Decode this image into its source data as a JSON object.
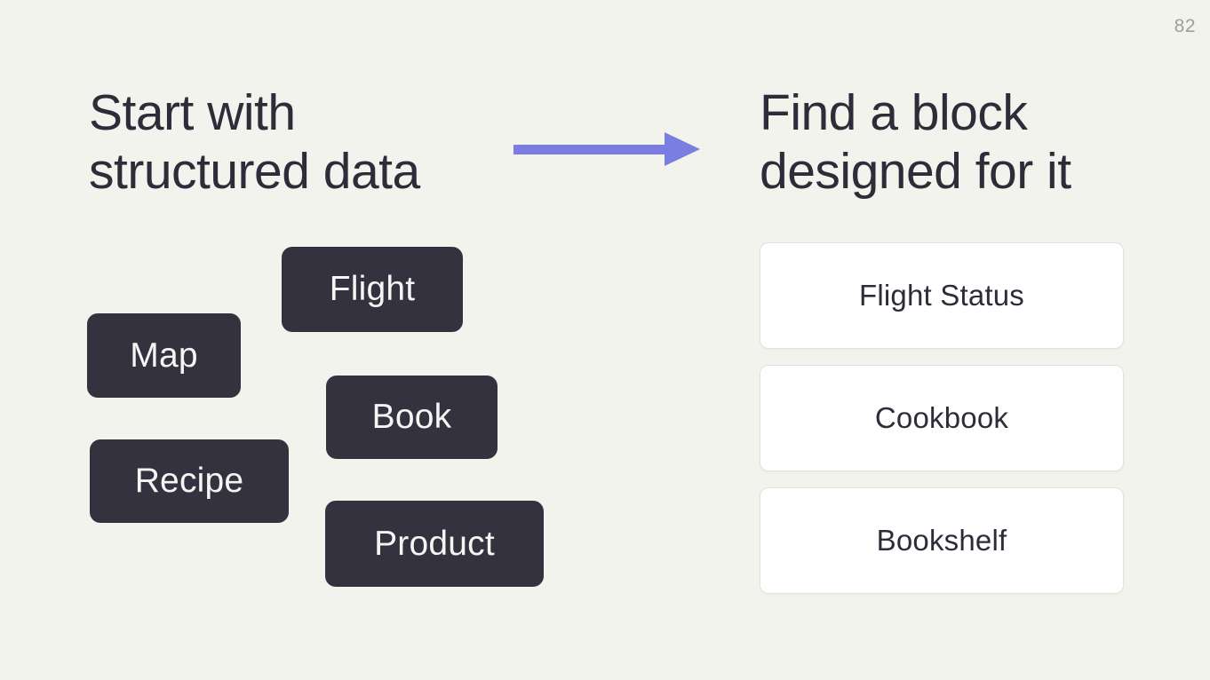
{
  "slide": {
    "page_number": "82",
    "background_color": "#f1f3ec",
    "text_color": "#2e2c38",
    "page_number_color": "#9e9e9a"
  },
  "left_section": {
    "heading": {
      "line1": "Start with",
      "line2": "structured data"
    },
    "data_chips": [
      {
        "label": "Flight"
      },
      {
        "label": "Map"
      },
      {
        "label": "Book"
      },
      {
        "label": "Recipe"
      },
      {
        "label": "Product"
      }
    ],
    "chip_bg_color": "#34323e",
    "chip_text_color": "#f5f5f3"
  },
  "arrow": {
    "icon": "right-arrow-icon",
    "color": "#7a7ee0"
  },
  "right_section": {
    "heading": {
      "line1": "Find a block",
      "line2": "designed for it"
    },
    "block_cards": [
      {
        "label": "Flight Status"
      },
      {
        "label": "Cookbook"
      },
      {
        "label": "Bookshelf"
      }
    ],
    "card_bg_color": "#ffffff",
    "card_border_color": "#e2e2dc"
  }
}
